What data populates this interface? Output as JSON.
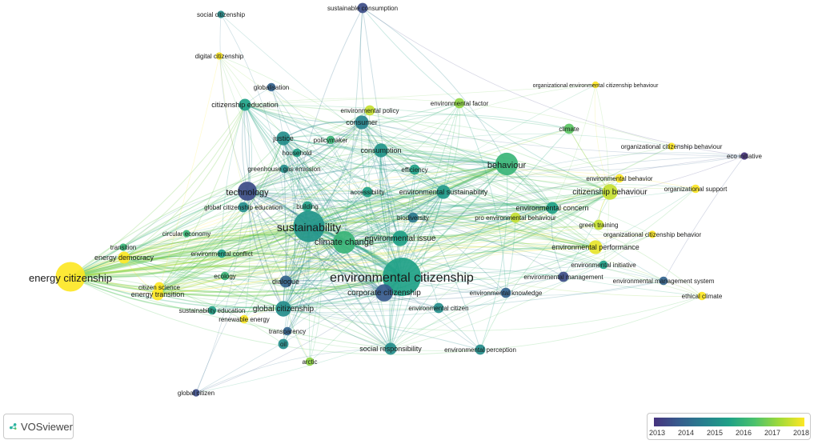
{
  "app": {
    "brand": "VOSviewer"
  },
  "legend": {
    "ticks": [
      "2013",
      "2014",
      "2015",
      "2016",
      "2017",
      "2018"
    ],
    "colors": [
      "#46337e",
      "#365c8d",
      "#277f8e",
      "#1fa187",
      "#4ac16d",
      "#a0da39",
      "#fde725"
    ]
  },
  "network": {
    "nodes": [
      {
        "id": "environmental-citizenship",
        "label": "environmental citizenship",
        "weight": 1.0,
        "year": 2015.5
      },
      {
        "id": "energy-citizenship",
        "label": "energy citizenship",
        "weight": 0.75,
        "year": 2018
      },
      {
        "id": "sustainability",
        "label": "sustainability",
        "weight": 0.8,
        "year": 2015.2
      },
      {
        "id": "climate-change",
        "label": "climate change",
        "weight": 0.55,
        "year": 2016
      },
      {
        "id": "behaviour",
        "label": "behaviour",
        "weight": 0.55,
        "year": 2016
      },
      {
        "id": "environmental-issue",
        "label": "environmental issue",
        "weight": 0.35,
        "year": 2015.5
      },
      {
        "id": "technology",
        "label": "technology",
        "weight": 0.45,
        "year": 2013.5
      },
      {
        "id": "corporate-citizenship",
        "label": "corporate citizenship",
        "weight": 0.4,
        "year": 2013.8
      },
      {
        "id": "global-citizenship",
        "label": "global citizenship",
        "weight": 0.35,
        "year": 2015
      },
      {
        "id": "citizenship-behaviour",
        "label": "citizenship behaviour",
        "weight": 0.35,
        "year": 2017.5
      },
      {
        "id": "environmental-sustainability",
        "label": "environmental sustainability",
        "weight": 0.3,
        "year": 2015.3
      },
      {
        "id": "consumption",
        "label": "consumption",
        "weight": 0.3,
        "year": 2015.2
      },
      {
        "id": "consumer",
        "label": "consumer",
        "weight": 0.3,
        "year": 2014.8
      },
      {
        "id": "justice",
        "label": "justice",
        "weight": 0.3,
        "year": 2015
      },
      {
        "id": "energy-democracy",
        "label": "energy democracy",
        "weight": 0.25,
        "year": 2018
      },
      {
        "id": "energy-transition",
        "label": "energy transition",
        "weight": 0.25,
        "year": 2018
      },
      {
        "id": "dialogue",
        "label": "dialogue",
        "weight": 0.25,
        "year": 2014
      },
      {
        "id": "environmental-performance",
        "label": "environmental performance",
        "weight": 0.3,
        "year": 2017.8
      },
      {
        "id": "environmental-concern",
        "label": "environmental concern",
        "weight": 0.25,
        "year": 2015.5
      },
      {
        "id": "citizenship-education",
        "label": "citizenship education",
        "weight": 0.25,
        "year": 2015.5
      },
      {
        "id": "social-responsibility",
        "label": "social responsibility",
        "weight": 0.25,
        "year": 2015
      },
      {
        "id": "building",
        "label": "building",
        "weight": 0.2,
        "year": 2015.5
      },
      {
        "id": "efficiency",
        "label": "efficiency",
        "weight": 0.2,
        "year": 2015.5
      },
      {
        "id": "environmental-factor",
        "label": "environmental factor",
        "weight": 0.2,
        "year": 2017
      },
      {
        "id": "environmental-policy",
        "label": "environmental policy",
        "weight": 0.2,
        "year": 2017.5
      },
      {
        "id": "climate",
        "label": "climate",
        "weight": 0.2,
        "year": 2016.5
      },
      {
        "id": "green-training",
        "label": "green training",
        "weight": 0.2,
        "year": 2017.5
      },
      {
        "id": "pro-environmental-behaviour",
        "label": "pro environmental behaviour",
        "weight": 0.2,
        "year": 2017.5
      },
      {
        "id": "environmental-management",
        "label": "environmental management",
        "weight": 0.2,
        "year": 2013.5
      },
      {
        "id": "environmental-knowledge",
        "label": "environmental knowledge",
        "weight": 0.2,
        "year": 2014
      },
      {
        "id": "environmental-citizen",
        "label": "environmental citizen",
        "weight": 0.2,
        "year": 2015
      },
      {
        "id": "environmental-perception",
        "label": "environmental perception",
        "weight": 0.2,
        "year": 2015
      },
      {
        "id": "biodiversity",
        "label": "biodiversity",
        "weight": 0.2,
        "year": 2014.5
      },
      {
        "id": "accessibility",
        "label": "accessibility",
        "weight": 0.2,
        "year": 2015.5
      },
      {
        "id": "global-citizenship-education",
        "label": "global citizenship education",
        "weight": 0.2,
        "year": 2015
      },
      {
        "id": "greenhouse-gas-emission",
        "label": "greenhouse gas emission",
        "weight": 0.15,
        "year": 2015
      },
      {
        "id": "household",
        "label": "household",
        "weight": 0.15,
        "year": 2015.5
      },
      {
        "id": "policymaker",
        "label": "policymaker",
        "weight": 0.15,
        "year": 2016
      },
      {
        "id": "globalisation",
        "label": "globalisation",
        "weight": 0.15,
        "year": 2014
      },
      {
        "id": "sustainable-consumption",
        "label": "sustainable consumption",
        "weight": 0.2,
        "year": 2013.5
      },
      {
        "id": "social-citizenship",
        "label": "social citizenship",
        "weight": 0.12,
        "year": 2015
      },
      {
        "id": "digital-citizenship",
        "label": "digital citizenship",
        "weight": 0.12,
        "year": 2018
      },
      {
        "id": "circular-economy",
        "label": "circular economy",
        "weight": 0.12,
        "year": 2016
      },
      {
        "id": "environmental-conflict",
        "label": "environmental conflict",
        "weight": 0.15,
        "year": 2015.5
      },
      {
        "id": "transition",
        "label": "transition",
        "weight": 0.12,
        "year": 2016
      },
      {
        "id": "ecology",
        "label": "ecology",
        "weight": 0.15,
        "year": 2016
      },
      {
        "id": "citizen-science",
        "label": "citizen science",
        "weight": 0.2,
        "year": 2018
      },
      {
        "id": "sustainability-education",
        "label": "sustainability education",
        "weight": 0.15,
        "year": 2015.5
      },
      {
        "id": "renewable-energy",
        "label": "renewable energy",
        "weight": 0.15,
        "year": 2018
      },
      {
        "id": "transparency",
        "label": "transparency",
        "weight": 0.15,
        "year": 2014
      },
      {
        "id": "oil",
        "label": "oil",
        "weight": 0.2,
        "year": 2015
      },
      {
        "id": "arctic",
        "label": "arctic",
        "weight": 0.15,
        "year": 2017
      },
      {
        "id": "global-citizen",
        "label": "global citizen",
        "weight": 0.12,
        "year": 2013.5
      },
      {
        "id": "organizational-environmental-citizenship-behaviour",
        "label": "organizational environmental citizenship behaviour",
        "weight": 0.1,
        "year": 2018
      },
      {
        "id": "organizational-citizenship-behaviour",
        "label": "organizational citizenship behaviour",
        "weight": 0.12,
        "year": 2018
      },
      {
        "id": "eco-initiative",
        "label": "eco initiative",
        "weight": 0.12,
        "year": 2013
      },
      {
        "id": "environmental-behavior",
        "label": "environmental behavior",
        "weight": 0.15,
        "year": 2018
      },
      {
        "id": "organizational-support",
        "label": "organizational support",
        "weight": 0.15,
        "year": 2018
      },
      {
        "id": "organizational-citizenship-behavior",
        "label": "organizational citizenship behavior",
        "weight": 0.12,
        "year": 2018
      },
      {
        "id": "environmental-initiative",
        "label": "environmental initiative",
        "weight": 0.15,
        "year": 2015.5
      },
      {
        "id": "environmental-management-system",
        "label": "environmental management system",
        "weight": 0.15,
        "year": 2014
      },
      {
        "id": "ethical-climate",
        "label": "ethical climate",
        "weight": 0.15,
        "year": 2018
      }
    ]
  }
}
